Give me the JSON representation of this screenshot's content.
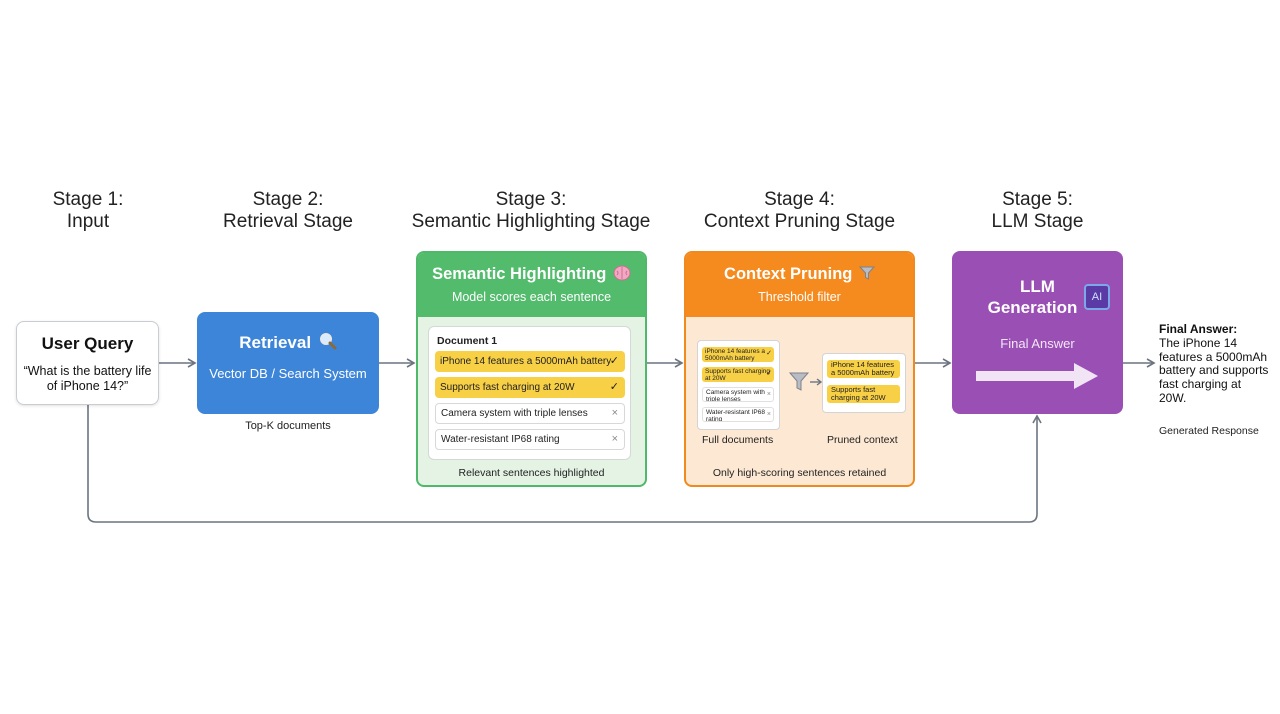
{
  "stages": [
    {
      "line1": "Stage 1:",
      "line2": "Input"
    },
    {
      "line1": "Stage 2:",
      "line2": "Retrieval Stage"
    },
    {
      "line1": "Stage 3:",
      "line2": "Semantic Highlighting Stage"
    },
    {
      "line1": "Stage 4:",
      "line2": "Context Pruning Stage"
    },
    {
      "line1": "Stage 5:",
      "line2": "LLM Stage"
    }
  ],
  "user_query": {
    "title": "User Query",
    "text": "“What is the battery life of iPhone 14?”"
  },
  "retrieval": {
    "title": "Retrieval",
    "icon": "magnifier-icon",
    "subtitle": "Vector DB / Search System",
    "caption": "Top-K documents"
  },
  "semantic": {
    "title": "Semantic Highlighting",
    "icon": "brain-icon",
    "subtitle": "Model scores each sentence",
    "doc_title": "Document 1",
    "sentences": [
      {
        "text": "iPhone 14 features a 5000mAh battery",
        "mark": "✓"
      },
      {
        "text": "Supports fast charging at 20W",
        "mark": "✓"
      },
      {
        "text": "Camera system with triple lenses",
        "mark": "×"
      },
      {
        "text": "Water-resistant IP68 rating",
        "mark": "×"
      }
    ],
    "caption": "Relevant sentences highlighted"
  },
  "context": {
    "title": "Context Pruning",
    "icon": "funnel-icon",
    "subtitle": "Threshold filter",
    "full_rows": [
      {
        "text": "iPhone 14 features a 5000mAh battery",
        "mark": "✓"
      },
      {
        "text": "Supports fast charging at 20W",
        "mark": "✓"
      },
      {
        "text": "Camera system with triple lenses",
        "mark": "×"
      },
      {
        "text": "Water-resistant IP68 rating",
        "mark": "×"
      }
    ],
    "pruned_rows": [
      "iPhone 14 features a 5000mAh battery",
      "Supports fast charging at 20W"
    ],
    "full_label": "Full documents",
    "pruned_label": "Pruned context",
    "caption": "Only high-scoring sentences retained"
  },
  "llm": {
    "title_line1": "LLM",
    "title_line2": "Generation",
    "chip": "AI",
    "subtitle": "Final Answer"
  },
  "final": {
    "heading": "Final Answer:",
    "text": "The iPhone 14 features a 5000mAh battery and supports fast charging at 20W.",
    "caption": "Generated Response"
  },
  "colors": {
    "retrieval": "#3d85d8",
    "semantic": "#52bb6c",
    "context": "#f58a1e",
    "llm": "#9a4fb5",
    "highlight": "#f8d046"
  }
}
